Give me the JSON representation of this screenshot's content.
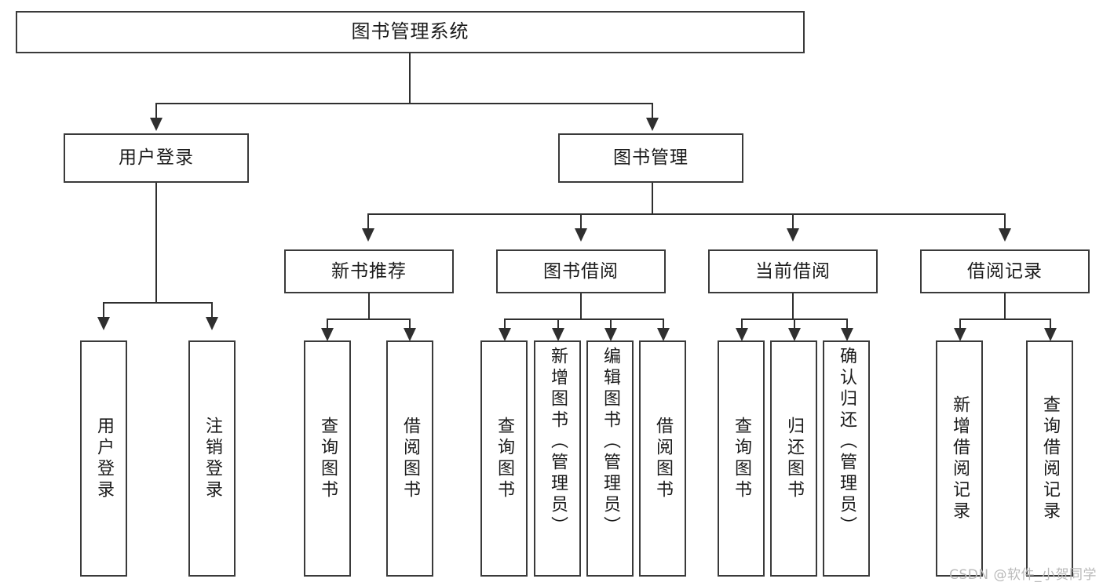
{
  "diagram": {
    "title": "图书管理系统",
    "type": "function-structure-tree",
    "background": "#ffffff",
    "line_color": "#2f2f2f",
    "box_border_color": "#3a3a3a",
    "text_color": "#1b1b1b"
  },
  "root": {
    "label": "图书管理系统"
  },
  "level2": [
    {
      "label": "用户登录"
    },
    {
      "label": "图书管理"
    }
  ],
  "level3": [
    {
      "label": "新书推荐"
    },
    {
      "label": "图书借阅"
    },
    {
      "label": "当前借阅"
    },
    {
      "label": "借阅记录"
    }
  ],
  "leaves": {
    "user_login": [
      {
        "label": "用户登录"
      },
      {
        "label": "注销登录"
      }
    ],
    "new_book": [
      {
        "label": "查询图书"
      },
      {
        "label": "借阅图书"
      }
    ],
    "book_borrow": [
      {
        "label": "查询图书"
      },
      {
        "label": "新增图书（管理员）"
      },
      {
        "label": "编辑图书（管理员）"
      },
      {
        "label": "借阅图书"
      }
    ],
    "current_borrow": [
      {
        "label": "查询图书"
      },
      {
        "label": "归还图书"
      },
      {
        "label": "确认归还（管理员）"
      }
    ],
    "borrow_record": [
      {
        "label": "新增借阅记录"
      },
      {
        "label": "查询借阅记录"
      }
    ]
  },
  "watermark": {
    "text": "CSDN @软件_小贺同学"
  }
}
